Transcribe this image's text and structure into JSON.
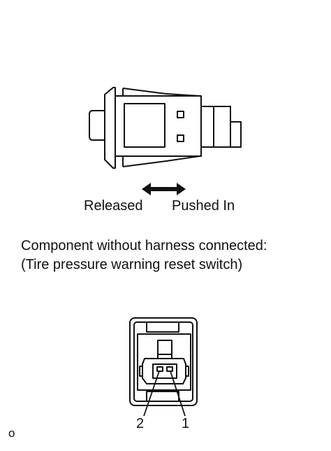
{
  "labels": {
    "released": "Released",
    "pushed_in": "Pushed In",
    "component_line1": "Component without harness connected:",
    "component_line2": "(Tire pressure warning reset switch)",
    "pin_2": "2",
    "pin_1": "1",
    "corner_code": "o"
  },
  "icons": {
    "direction": "double-arrow-icon"
  },
  "colors": {
    "line": "#111111",
    "background": "#ffffff"
  }
}
